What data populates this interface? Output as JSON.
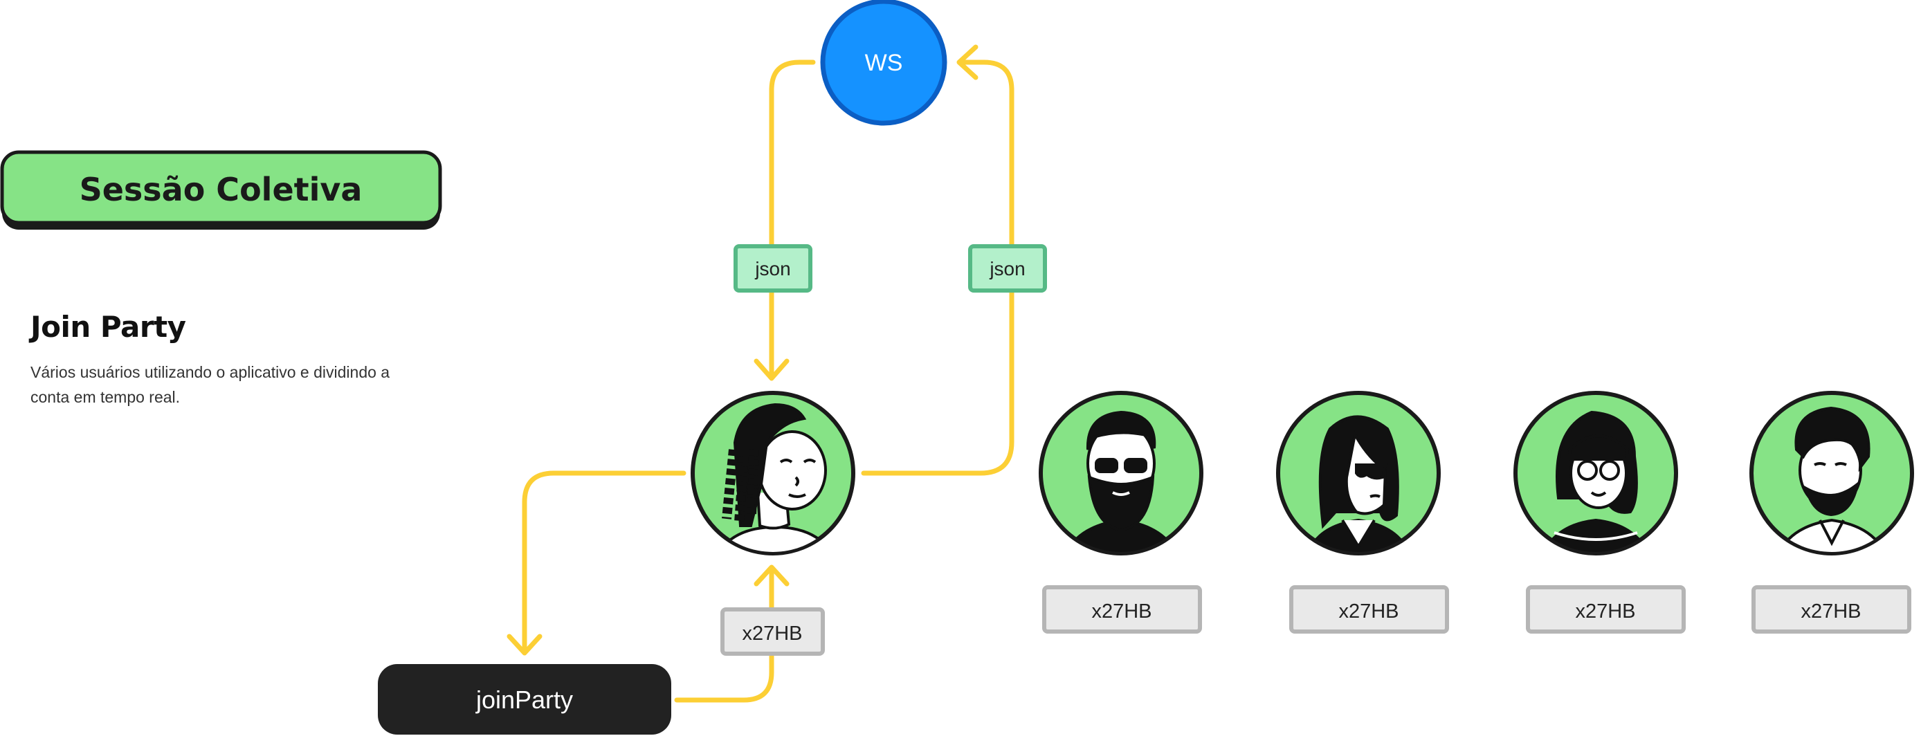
{
  "title": "Sessão Coletiva",
  "section": {
    "heading": "Join Party",
    "description": "Vários usuários utilizando o aplicativo e dividindo a conta em tempo real."
  },
  "server_node": {
    "label": "WS"
  },
  "message_labels": {
    "left": "json",
    "right": "json"
  },
  "action_node": {
    "label": "joinParty"
  },
  "party_code": {
    "label": "x27HB"
  },
  "users": [
    {
      "icon": "woman-braids-avatar-icon",
      "code": "x27HB",
      "active": true
    },
    {
      "icon": "bearded-man-sunglasses-avatar-icon",
      "code": "x27HB"
    },
    {
      "icon": "woman-sunglasses-avatar-icon",
      "code": "x27HB"
    },
    {
      "icon": "woman-glasses-avatar-icon",
      "code": "x27HB"
    },
    {
      "icon": "curly-hair-man-avatar-icon",
      "code": "x27HB"
    }
  ],
  "colors": {
    "title_fill": "#86e386",
    "outline": "#1a1a1a",
    "connector": "#fccf35",
    "server_fill": "#1592ff",
    "server_stroke": "#0b5ec4",
    "json_fill": "#b3f0cb",
    "json_stroke": "#56b986",
    "code_fill": "#e9e9e9",
    "code_stroke": "#b5b5b5",
    "avatar_fill": "#86e386",
    "action_fill": "#222222"
  }
}
